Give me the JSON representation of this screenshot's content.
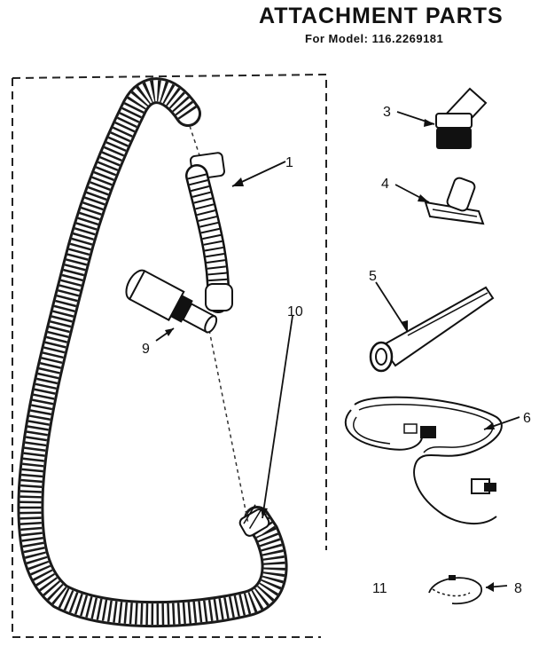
{
  "header": {
    "title": "ATTACHMENT PARTS",
    "model_label": "For Model:",
    "model_number": "116.2269181"
  },
  "callouts": [
    {
      "number": "1",
      "part": "hose-end-fitting"
    },
    {
      "number": "3",
      "part": "dusting-brush"
    },
    {
      "number": "4",
      "part": "upholstery-nozzle"
    },
    {
      "number": "5",
      "part": "crevice-tool"
    },
    {
      "number": "6",
      "part": "power-cord-harness"
    },
    {
      "number": "8",
      "part": "clip"
    },
    {
      "number": "9",
      "part": "hose-connector"
    },
    {
      "number": "10",
      "part": "hose-cuff"
    },
    {
      "number": "11",
      "part": "clip-small"
    }
  ]
}
